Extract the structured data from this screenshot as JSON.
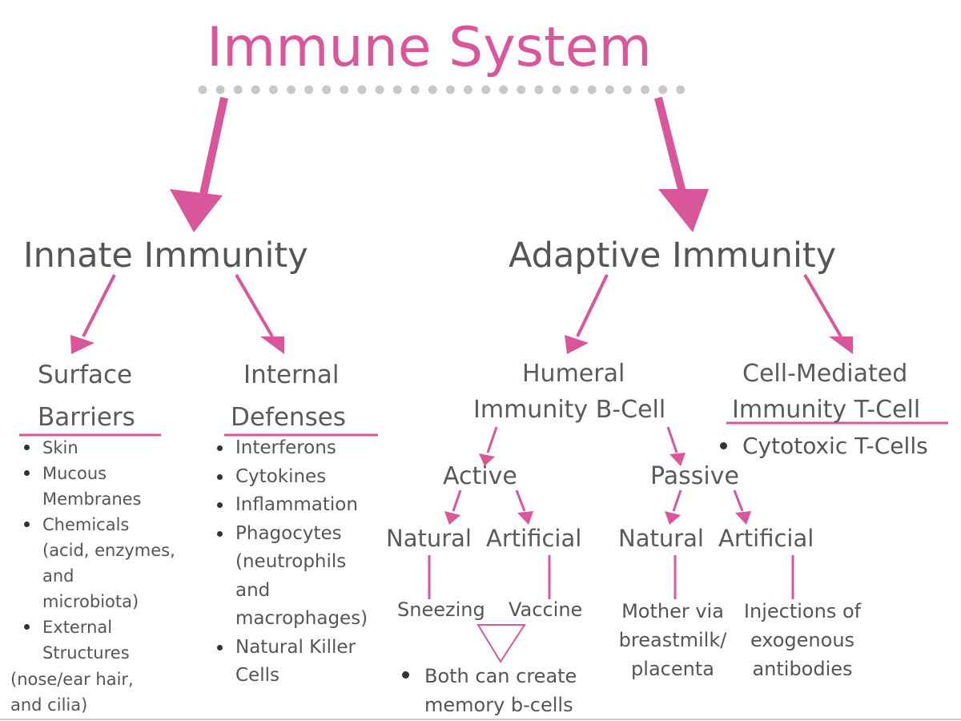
{
  "title": "Immune System",
  "innate": {
    "heading": "Innate Immunity",
    "surface_barriers": {
      "heading_line1": "Surface",
      "heading_line2": "Barriers",
      "items": [
        "Skin",
        "Mucous",
        "Membranes",
        "Chemicals",
        "(acid, enzymes,",
        "and",
        "microbiota)",
        "External",
        "Structures"
      ],
      "tail_line1": "(nose/ear hair,",
      "tail_line2": "and cilia)"
    },
    "internal_defenses": {
      "heading_line1": "Internal",
      "heading_line2": "Defenses",
      "items": [
        "Interferons",
        "Cytokines",
        "Inflammation",
        "Phagocytes",
        "(neutrophils",
        "and",
        "macrophages)",
        "Natural Killer",
        "Cells"
      ]
    }
  },
  "adaptive": {
    "heading": "Adaptive Immunity",
    "humeral": {
      "line1": "Humeral",
      "line2": "Immunity B-Cell",
      "active": {
        "label": "Active",
        "natural": "Natural",
        "artificial": "Artificial",
        "natural_example": "Sneezing",
        "artificial_example": "Vaccine",
        "note_line1": "Both can create",
        "note_line2": "memory b-cells"
      },
      "passive": {
        "label": "Passive",
        "natural": "Natural",
        "artificial": "Artificial",
        "natural_example_line1": "Mother via",
        "natural_example_line2": "breastmilk/",
        "natural_example_line3": "placenta",
        "artificial_example_line1": "Injections of",
        "artificial_example_line2": "exogenous",
        "artificial_example_line3": "antibodies"
      }
    },
    "cell_mediated": {
      "line1": "Cell-Mediated",
      "line2": "Immunity T-Cell",
      "item": "Cytotoxic T-Cells"
    }
  },
  "colors": {
    "accent": "#d9569a",
    "text": "#555555",
    "dots": "#c8c8c8"
  }
}
